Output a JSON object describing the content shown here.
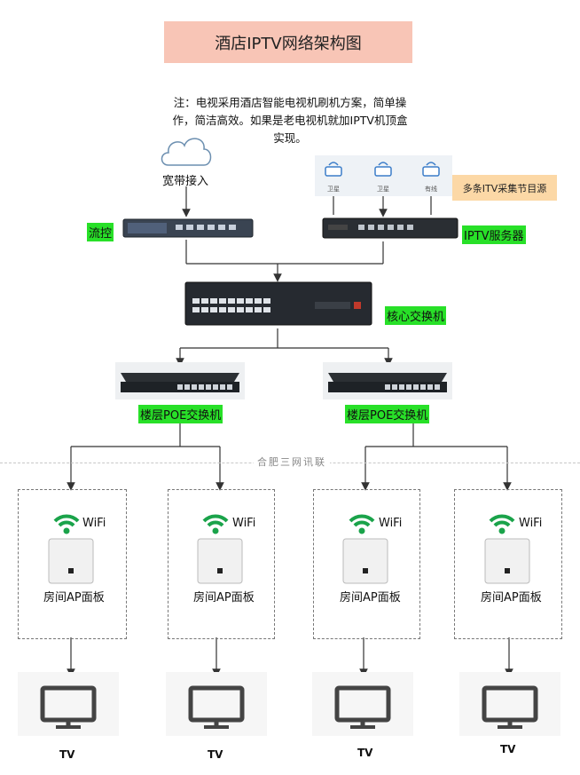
{
  "title": "酒店IPTV网络架构图",
  "note": "注：电视采用酒店智能电视机刷机方案，简单操作，简洁高效。如果是老电视机就加IPTV机顶盒实现。",
  "broadband_label": "宽带接入",
  "firewall_label": "流控",
  "iptv_server_label": "IPTV服务器",
  "source_box_label": "多条ITV采集节目源",
  "source_device_labels": [
    "卫星",
    "卫星",
    "有线"
  ],
  "core_switch_label": "核心交换机",
  "floor_switch_labels": [
    "楼层POE交换机",
    "楼层POE交换机"
  ],
  "watermark": "合肥三网讯联",
  "rooms": [
    {
      "wifi": "WiFi",
      "panel": "房间AP面板",
      "tv": "TV"
    },
    {
      "wifi": "WiFi",
      "panel": "房间AP面板",
      "tv": "TV"
    },
    {
      "wifi": "WiFi",
      "panel": "房间AP面板",
      "tv": "TV"
    },
    {
      "wifi": "WiFi",
      "panel": "房间AP面板",
      "tv": "TV"
    }
  ],
  "colors": {
    "title_bg": "#f8c5b6",
    "label_highlight": "#28e028",
    "source_bg": "#fcd8a6",
    "wifi_green": "#1aa34a"
  }
}
